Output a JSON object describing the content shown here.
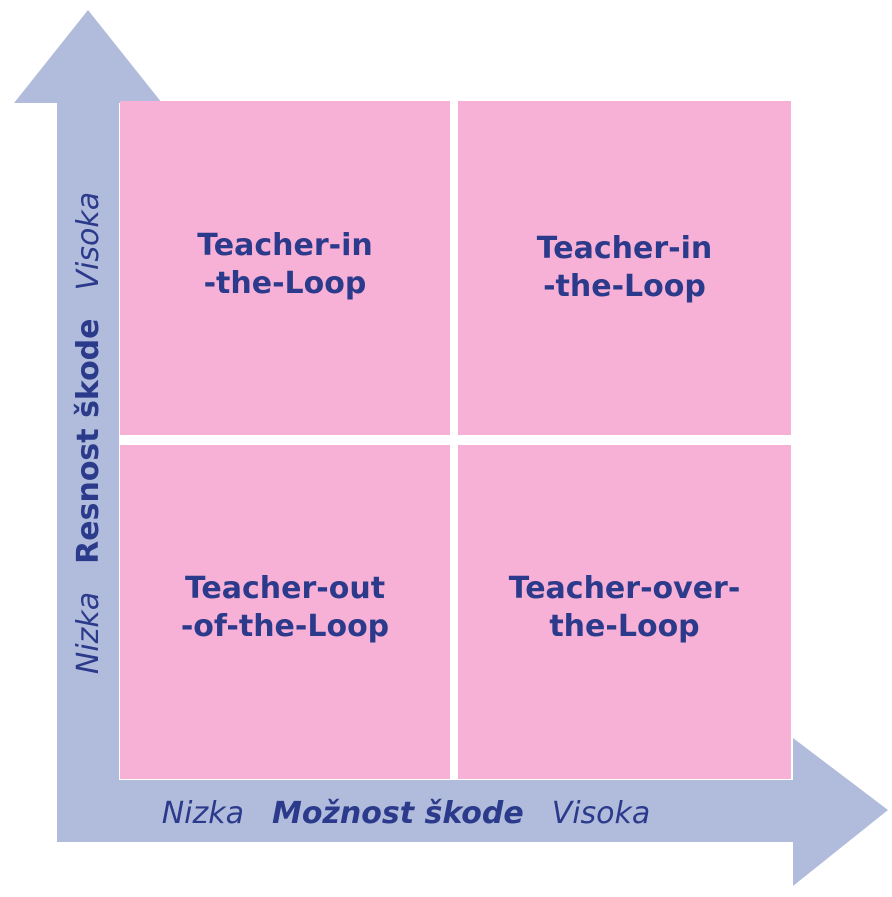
{
  "colors": {
    "axis": "#b1bcdc",
    "quadrant": "#f7b0d6",
    "text": "#2b3a8a"
  },
  "y_axis": {
    "low": "Nizka",
    "title": "Resnost škode",
    "high": "Visoka"
  },
  "x_axis": {
    "low": "Nizka",
    "title": "Možnost škode",
    "high": "Visoka"
  },
  "quadrants": {
    "top_left": {
      "line1": "Teacher-in",
      "line2": "-the-Loop"
    },
    "top_right": {
      "line1": "Teacher-in",
      "line2": "-the-Loop"
    },
    "bottom_left": {
      "line1": "Teacher-out",
      "line2": "-of-the-Loop"
    },
    "bottom_right": {
      "line1": "Teacher-over-",
      "line2": "the-Loop"
    }
  }
}
